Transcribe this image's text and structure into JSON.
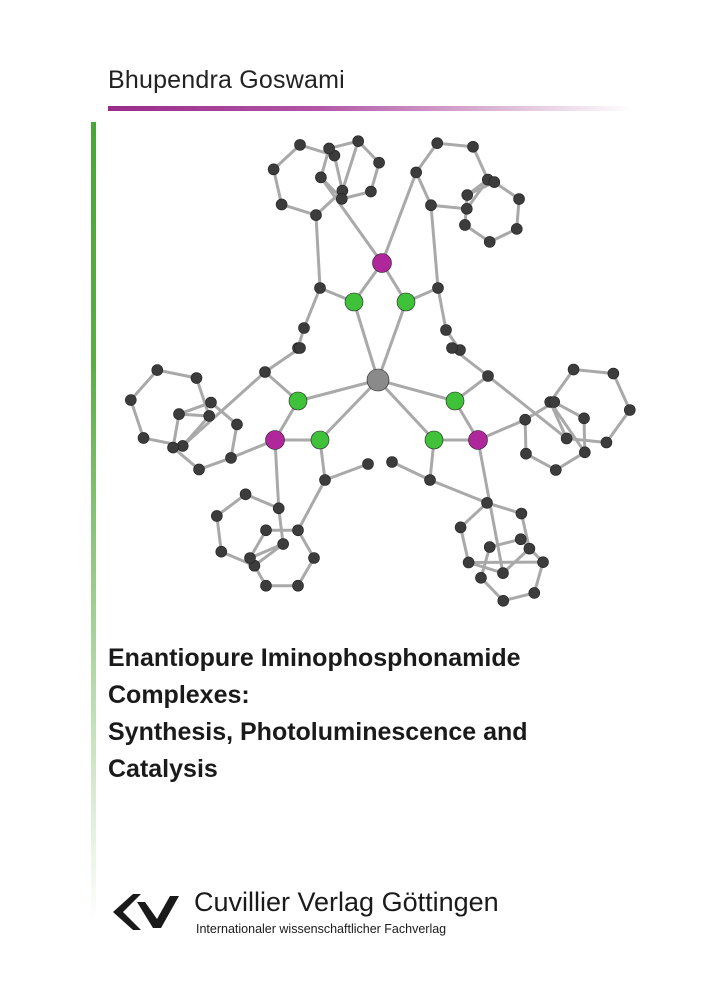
{
  "cover": {
    "author": "Bhupendra Goswami",
    "title_lines": [
      "Enantiopure Iminophosphonamide",
      "Complexes:",
      "Synthesis, Photoluminescence and",
      "Catalysis"
    ]
  },
  "publisher": {
    "name": "Cuvillier Verlag Göttingen",
    "tagline": "Internationaler wissenschaftlicher Fachverlag"
  },
  "colors": {
    "accent_purple": "#9a2b8a",
    "accent_green": "#4aa63a",
    "atom_carbon": "#3c3c3c",
    "atom_nitrogen": "#3fc23a",
    "atom_phosphorus": "#b0279c",
    "atom_metal": "#8a8a8a"
  },
  "icons": {
    "molecule": "molecule-ball-and-stick-illustration",
    "logo": "cuvillier-logo-icon"
  }
}
